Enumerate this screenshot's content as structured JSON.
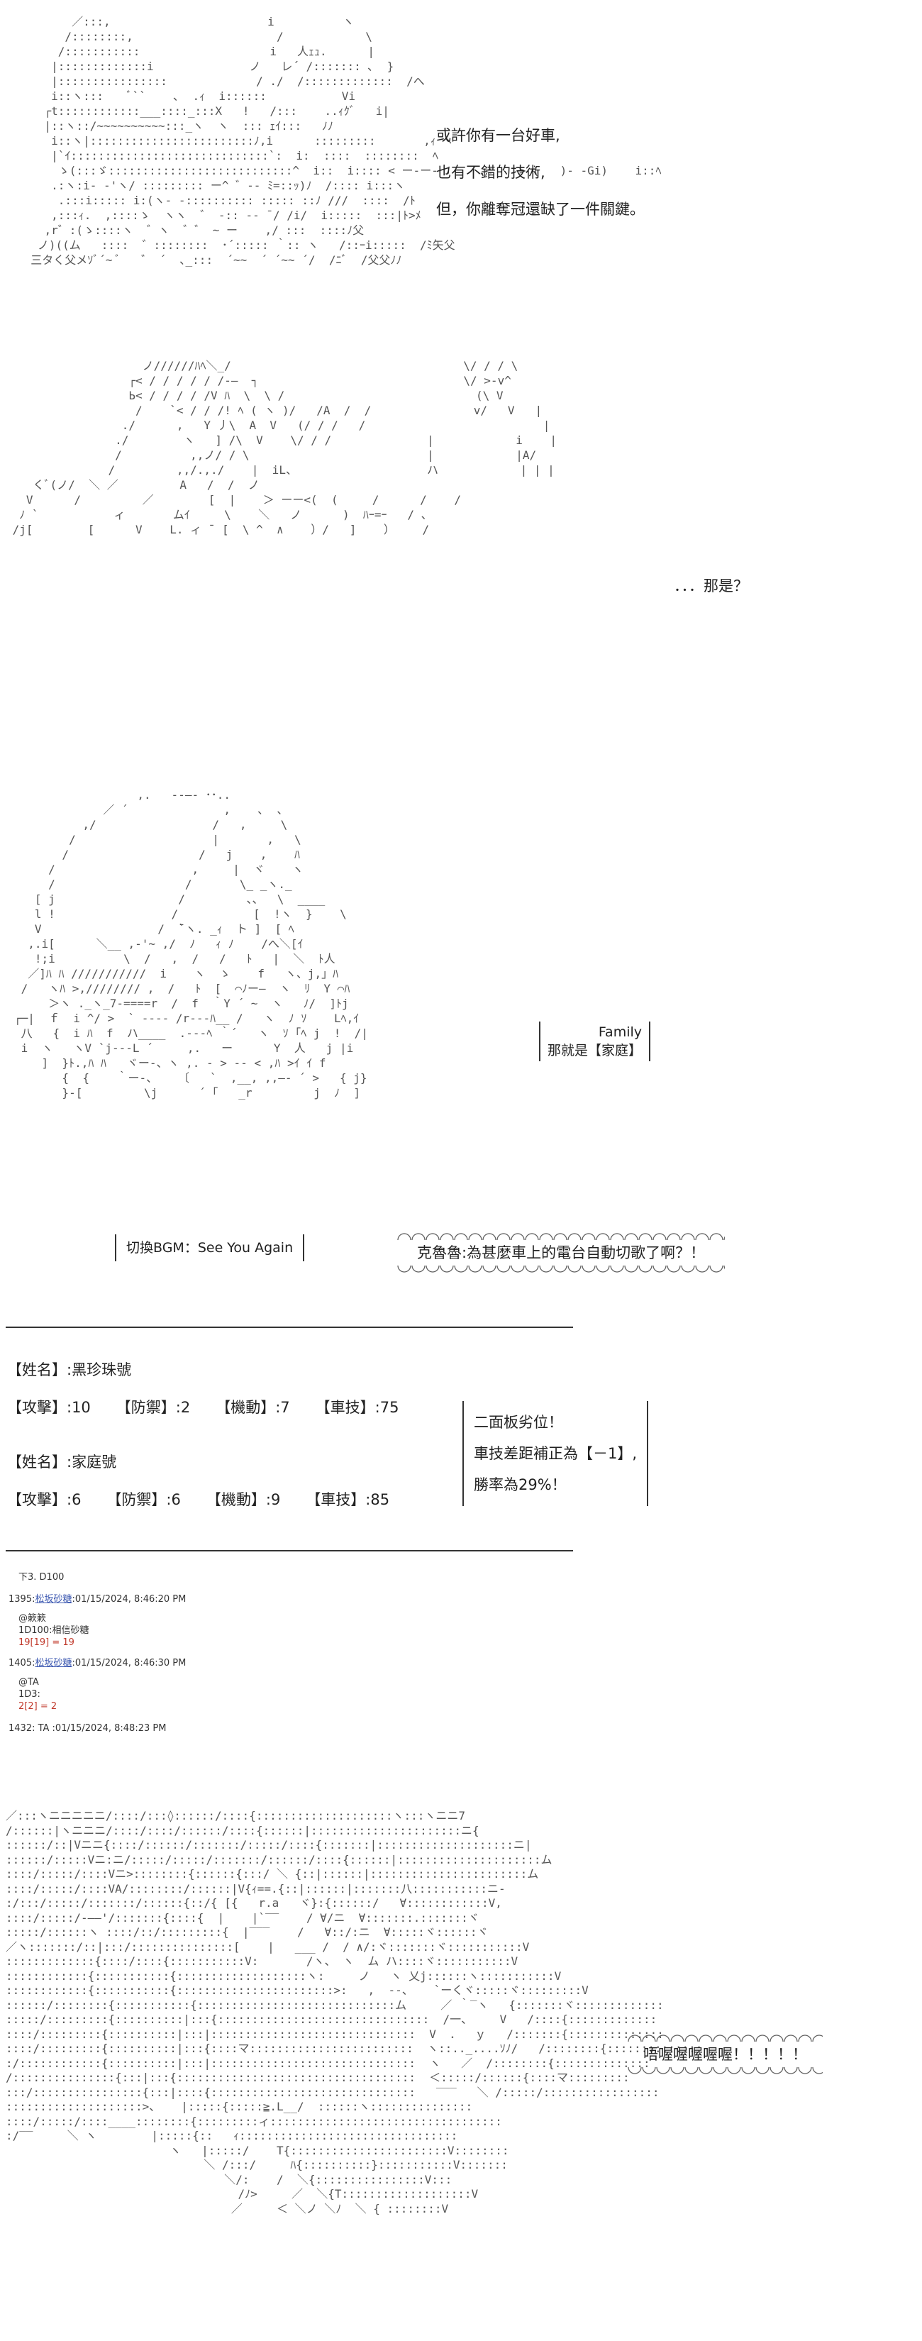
{
  "panel1": {
    "narration": [
      "或許你有一台好車,",
      "也有不錯的技術,",
      "但，你離奪冠還缺了一件關鍵。"
    ]
  },
  "panel2": {
    "caption": "．．．那是？"
  },
  "panel3": {
    "family_box": [
      "Family",
      "那就是【家庭】"
    ],
    "bgm_box": "切換BGM：See You Again",
    "bubble": "克魯魯:為甚麼車上的電台自動切歌了啊？！"
  },
  "stats": {
    "car1": {
      "name": "【姓名】:黑珍珠號",
      "atk": "【攻擊】:10",
      "def": "【防禦】:2",
      "mob": "【機動】:7",
      "tech": "【車技】:75"
    },
    "car2": {
      "name": "【姓名】:家庭號",
      "atk": "【攻擊】:6",
      "def": "【防禦】:6",
      "mob": "【機動】:9",
      "tech": "【車技】:85"
    },
    "note": [
      "二面板劣位！",
      "車技差距補正為【－1】,",
      "勝率為29%！"
    ]
  },
  "log": {
    "header": "下3. D100",
    "entries": [
      {
        "prefix": "1395:",
        "name": "松坂砂糖",
        "time": ":01/15/2024, 8:46:20 PM",
        "lines": [
          "@簌簌",
          "1D100:相信砂糖"
        ],
        "result": "19[19] = 19"
      },
      {
        "prefix": "1405:",
        "name": "松坂砂糖",
        "time": ":01/15/2024, 8:46:30 PM",
        "lines": [
          "@TA",
          "1D3:"
        ],
        "result": "2[2] = 2"
      }
    ],
    "footer": "1432: TA :01/15/2024, 8:48:23 PM"
  },
  "panel4": {
    "bubble": "唔喔喔喔喔喔！！！！！"
  }
}
